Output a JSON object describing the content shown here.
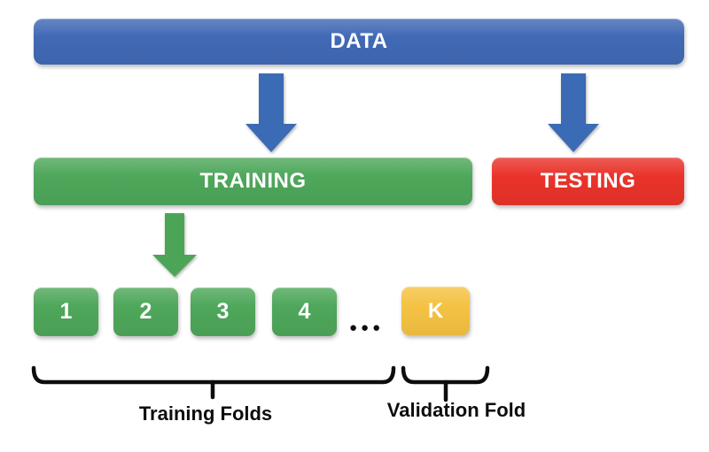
{
  "boxes": {
    "data": {
      "label": "DATA",
      "color": "#4169B5"
    },
    "training": {
      "label": "TRAINING",
      "color": "#4EA75A"
    },
    "testing": {
      "label": "TESTING",
      "color": "#E9332A"
    }
  },
  "folds": {
    "items": [
      {
        "label": "1"
      },
      {
        "label": "2"
      },
      {
        "label": "3"
      },
      {
        "label": "4"
      }
    ],
    "ellipsis": "●●●",
    "fold_color": "#4EA75A",
    "validation": {
      "label": "K",
      "color": "#F5C243"
    }
  },
  "captions": {
    "training_folds": "Training Folds",
    "validation_fold": "Validation Fold"
  },
  "colors": {
    "arrow_blue": "#3A6BB4",
    "arrow_green": "#4CA557",
    "brace": "#0D0D0D",
    "box_text": "#FFFFFF",
    "caption_text": "#0D0D0D"
  }
}
